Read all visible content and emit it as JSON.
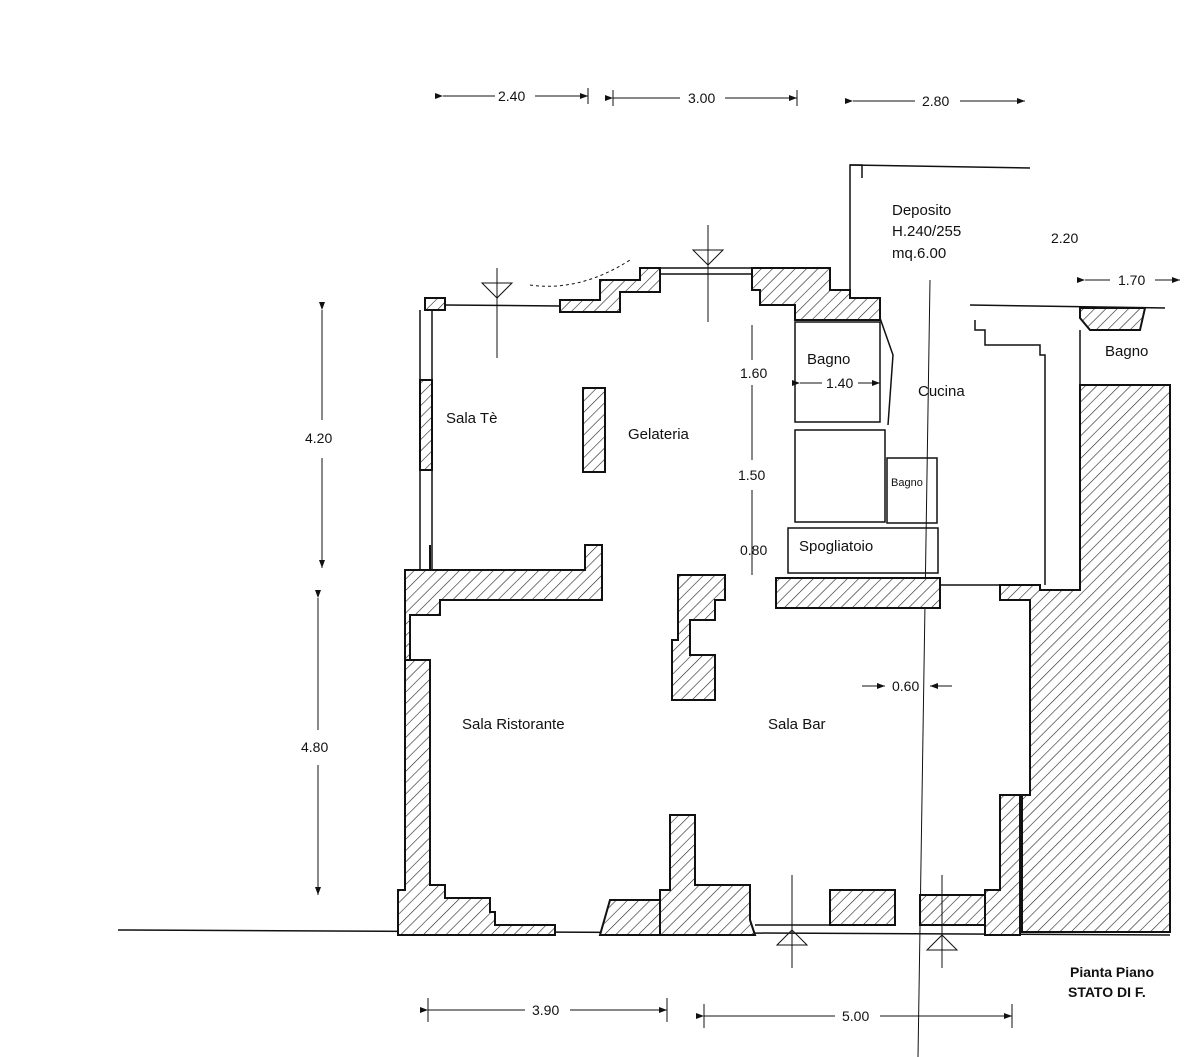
{
  "rooms": {
    "sala_te": "Sala Tè",
    "gelateria": "Gelateria",
    "bagno1": "Bagno",
    "bagno2": "Bagno",
    "bagno3": "Bagno",
    "cucina": "Cucina",
    "spogliatoio": "Spogliatoio",
    "sala_ristorante": "Sala Ristorante",
    "sala_bar": "Sala Bar",
    "deposito": "Deposito",
    "deposito_h": "H.240/255",
    "deposito_mq": "mq.6.00"
  },
  "dimensions": {
    "top1": "2.40",
    "top2": "3.00",
    "top3": "2.80",
    "left1": "4.20",
    "left2": "4.80",
    "inner1": "1.60",
    "inner2": "1.50",
    "inner3": "0.80",
    "bagno_w": "1.40",
    "pillar": "0.60",
    "dep_h": "2.20",
    "right1": "1.70",
    "bottom1": "3.90",
    "bottom2": "5.00"
  },
  "title": {
    "line1": "Pianta Piano",
    "line2": "STATO DI F."
  }
}
